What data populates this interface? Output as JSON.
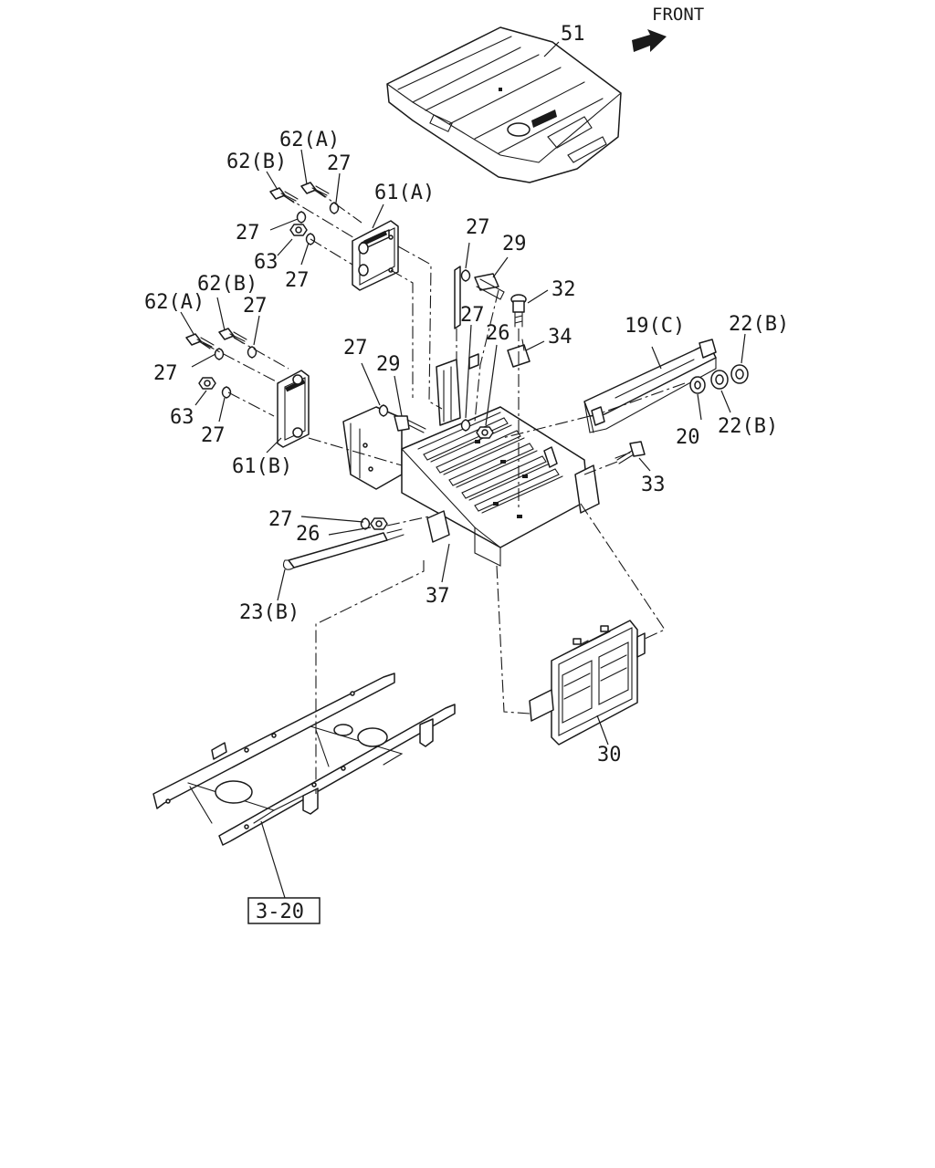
{
  "front_label": "FRONT",
  "reference_box": "3-20",
  "callouts": [
    {
      "id": "c51",
      "text": "51"
    },
    {
      "id": "c62a_top",
      "text": "62(A)"
    },
    {
      "id": "c62b_top",
      "text": "62(B)"
    },
    {
      "id": "c27_t1",
      "text": "27"
    },
    {
      "id": "c61a",
      "text": "61(A)"
    },
    {
      "id": "c27_t2",
      "text": "27"
    },
    {
      "id": "c63_top",
      "text": "63"
    },
    {
      "id": "c27_t3",
      "text": "27"
    },
    {
      "id": "c27_m1",
      "text": "27"
    },
    {
      "id": "c29_top",
      "text": "29"
    },
    {
      "id": "c32",
      "text": "32"
    },
    {
      "id": "c62b_mid",
      "text": "62(B)"
    },
    {
      "id": "c62a_mid",
      "text": "62(A)"
    },
    {
      "id": "c27_m2",
      "text": "27"
    },
    {
      "id": "c27_m3",
      "text": "27"
    },
    {
      "id": "c26_top",
      "text": "26"
    },
    {
      "id": "c34",
      "text": "34"
    },
    {
      "id": "c19c",
      "text": "19(C)"
    },
    {
      "id": "c22b_top",
      "text": "22(B)"
    },
    {
      "id": "c27_l1",
      "text": "27"
    },
    {
      "id": "c27_l2",
      "text": "27"
    },
    {
      "id": "c29_mid",
      "text": "29"
    },
    {
      "id": "c63_mid",
      "text": "63"
    },
    {
      "id": "c27_l3",
      "text": "27"
    },
    {
      "id": "c20",
      "text": "20"
    },
    {
      "id": "c22b_mid",
      "text": "22(B)"
    },
    {
      "id": "c61b",
      "text": "61(B)"
    },
    {
      "id": "c33",
      "text": "33"
    },
    {
      "id": "c27_b",
      "text": "27"
    },
    {
      "id": "c26_b",
      "text": "26"
    },
    {
      "id": "c37",
      "text": "37"
    },
    {
      "id": "c23b",
      "text": "23(B)"
    },
    {
      "id": "c30",
      "text": "30"
    }
  ]
}
